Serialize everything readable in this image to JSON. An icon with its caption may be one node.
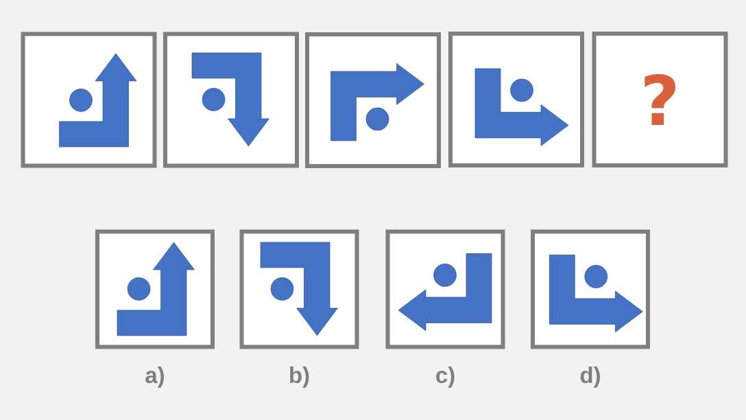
{
  "diagram": {
    "nodes": [
      {
        "text": [],
        "shape": "picture"
      },
      {
        "text": [],
        "shape": "picture"
      },
      {
        "text": [],
        "shape": "picture"
      },
      {
        "text": [],
        "shape": "picture"
      },
      {
        "text": [
          "?"
        ]
      },
      {
        "text": [],
        "shape": "picture",
        "beside": [
          "a)"
        ]
      },
      {
        "text": [],
        "shape": "picture",
        "beside": [
          "b)"
        ]
      },
      {
        "text": [],
        "shape": "picture",
        "beside": [
          "c)"
        ]
      },
      {
        "text": [],
        "shape": "picture",
        "beside": [
          "d)"
        ]
      }
    ]
  }
}
